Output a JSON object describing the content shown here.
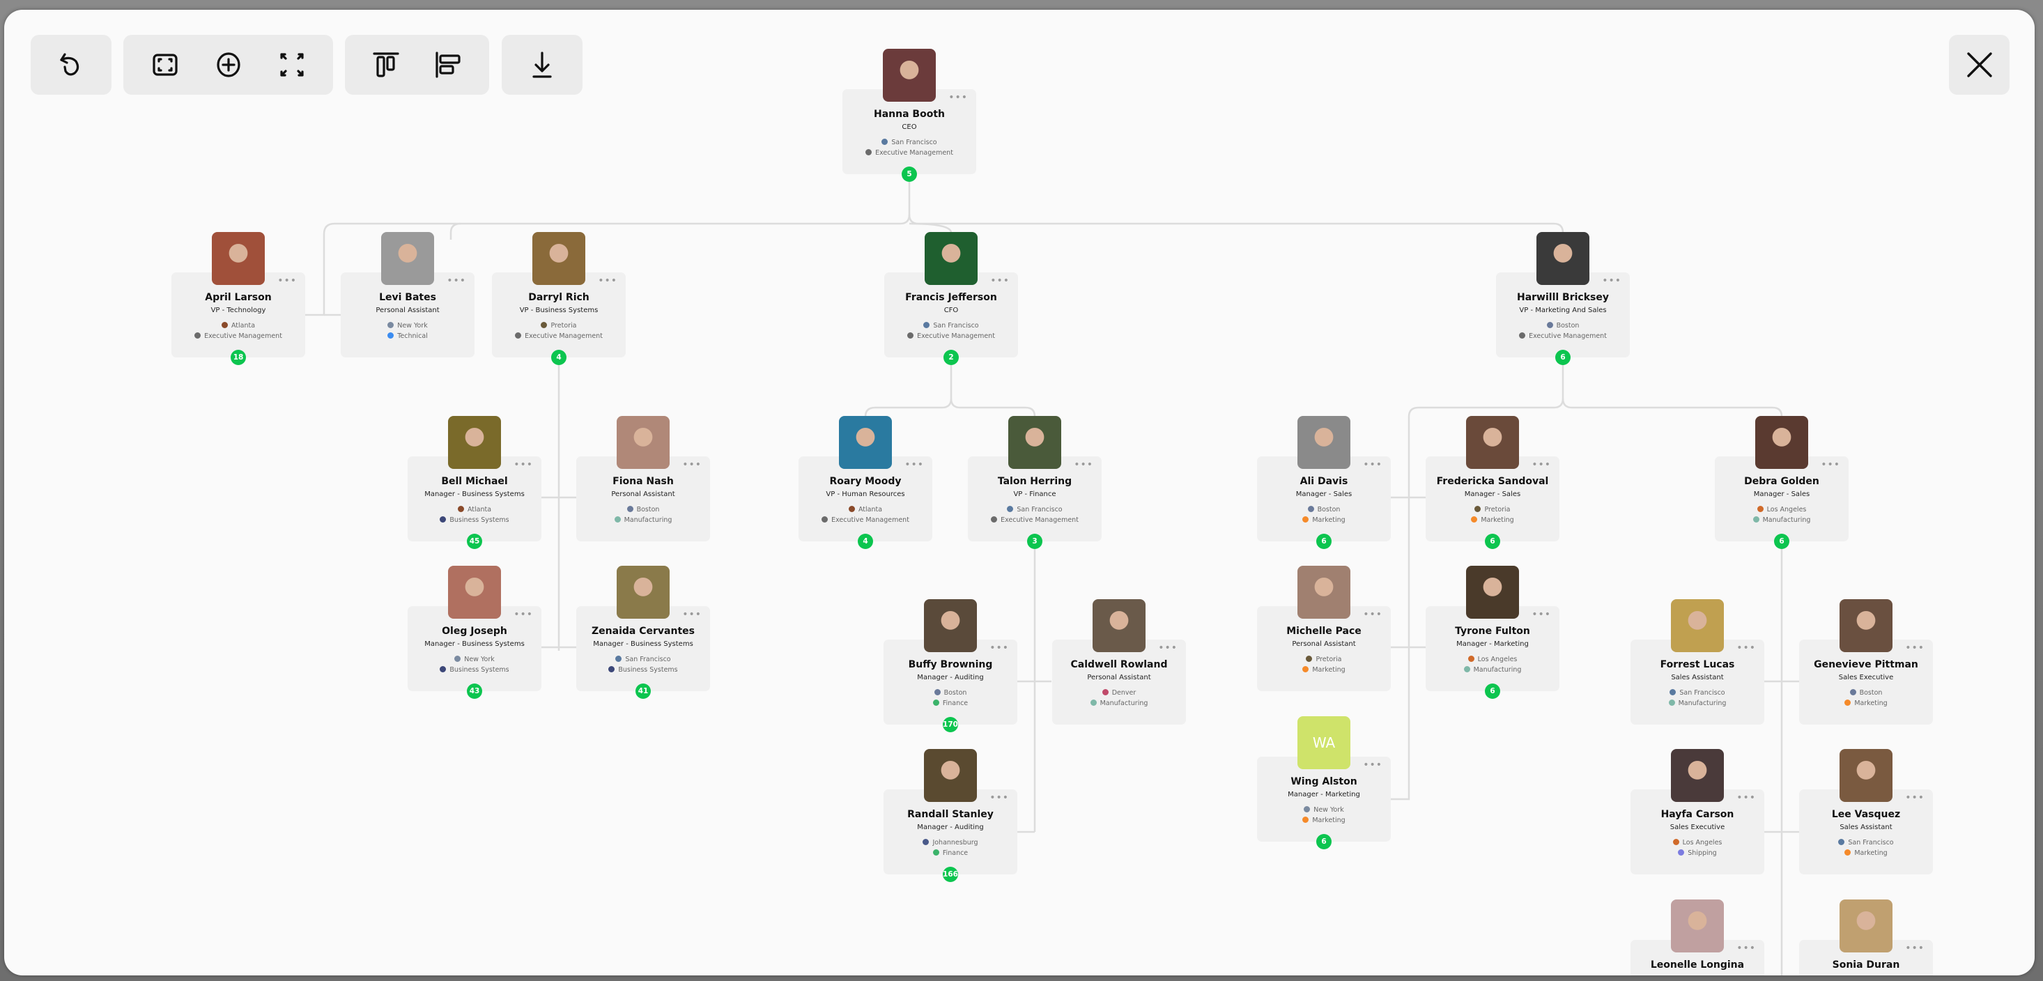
{
  "toolbar": {
    "groups": [
      [
        {
          "icon": "undo-icon",
          "label": "Undo"
        }
      ],
      [
        {
          "icon": "fit-screen-icon",
          "label": "Fit to screen"
        },
        {
          "icon": "zoom-in-icon",
          "label": "Zoom in"
        },
        {
          "icon": "expand-icon",
          "label": "Expand"
        }
      ],
      [
        {
          "icon": "align-top-icon",
          "label": "Vertical layout"
        },
        {
          "icon": "align-left-icon",
          "label": "Horizontal layout"
        }
      ],
      [
        {
          "icon": "download-icon",
          "label": "Download"
        }
      ]
    ],
    "close": {
      "icon": "close-icon"
    }
  },
  "colors": {
    "badge": "#0cc54f",
    "card": "#f0f0f0",
    "line": "#dcdcdc",
    "dept": {
      "Executive Management": "#6b6b6b",
      "Technical": "#3b8cf0",
      "Business Systems": "#3c4778",
      "Manufacturing": "#7fb8a8",
      "Finance": "#3bb36a",
      "Marketing": "#f58a2a",
      "Shipping": "#7c7ce0"
    },
    "initials_avatar": "#cfe36a"
  },
  "people": {
    "hanna": {
      "name": "Hanna Booth",
      "title": "CEO",
      "location": "San Francisco",
      "department": "Executive Management",
      "count": "5",
      "photo": "#6b3b3b"
    },
    "april": {
      "name": "April Larson",
      "title": "VP - Technology",
      "location": "Atlanta",
      "department": "Executive Management",
      "count": "18",
      "photo": "#a0503a"
    },
    "levi": {
      "name": "Levi Bates",
      "title": "Personal Assistant",
      "location": "New York",
      "department": "Technical",
      "count": "",
      "photo": "#9a9a9a"
    },
    "darryl": {
      "name": "Darryl Rich",
      "title": "VP - Business Systems",
      "location": "Pretoria",
      "department": "Executive Management",
      "count": "4",
      "photo": "#8a6a3a"
    },
    "francis": {
      "name": "Francis Jefferson",
      "title": "CFO",
      "location": "San Francisco",
      "department": "Executive Management",
      "count": "2",
      "photo": "#1f5f2f"
    },
    "harwill": {
      "name": "Harwilll Bricksey",
      "title": "VP - Marketing And Sales",
      "location": "Boston",
      "department": "Executive Management",
      "count": "6",
      "photo": "#3a3a3a"
    },
    "bell": {
      "name": "Bell Michael",
      "title": "Manager - Business Systems",
      "location": "Atlanta",
      "department": "Business Systems",
      "count": "45",
      "photo": "#7a6a2a"
    },
    "fiona": {
      "name": "Fiona Nash",
      "title": "Personal Assistant",
      "location": "Boston",
      "department": "Manufacturing",
      "count": "",
      "photo": "#b08878"
    },
    "oleg": {
      "name": "Oleg Joseph",
      "title": "Manager - Business Systems",
      "location": "New York",
      "department": "Business Systems",
      "count": "43",
      "photo": "#b07060"
    },
    "zenaida": {
      "name": "Zenaida Cervantes",
      "title": "Manager - Business Systems",
      "location": "San Francisco",
      "department": "Business Systems",
      "count": "41",
      "photo": "#8a7a4a"
    },
    "roary": {
      "name": "Roary Moody",
      "title": "VP - Human Resources",
      "location": "Atlanta",
      "department": "Executive Management",
      "count": "4",
      "photo": "#2a7aa0"
    },
    "talon": {
      "name": "Talon Herring",
      "title": "VP - Finance",
      "location": "San Francisco",
      "department": "Executive Management",
      "count": "3",
      "photo": "#4a5a3a"
    },
    "buffy": {
      "name": "Buffy Browning",
      "title": "Manager - Auditing",
      "location": "Boston",
      "department": "Finance",
      "count": "170",
      "photo": "#5a4a3a"
    },
    "caldwell": {
      "name": "Caldwell Rowland",
      "title": "Personal Assistant",
      "location": "Denver",
      "department": "Manufacturing",
      "count": "",
      "photo": "#6a5a4a"
    },
    "randall": {
      "name": "Randall Stanley",
      "title": "Manager - Auditing",
      "location": "Johannesburg",
      "department": "Finance",
      "count": "166",
      "photo": "#5a4a30"
    },
    "ali": {
      "name": "Ali Davis",
      "title": "Manager - Sales",
      "location": "Boston",
      "department": "Marketing",
      "count": "6",
      "photo": "#8a8a8a"
    },
    "fredericka": {
      "name": "Fredericka Sandoval",
      "title": "Manager - Sales",
      "location": "Pretoria",
      "department": "Marketing",
      "count": "6",
      "photo": "#6a4a3a"
    },
    "michelle": {
      "name": "Michelle Pace",
      "title": "Personal Assistant",
      "location": "Pretoria",
      "department": "Marketing",
      "count": "",
      "photo": "#a08070"
    },
    "tyrone": {
      "name": "Tyrone Fulton",
      "title": "Manager - Marketing",
      "location": "Los Angeles",
      "department": "Manufacturing",
      "count": "6",
      "photo": "#4a3a2a"
    },
    "wing": {
      "name": "Wing Alston",
      "title": "Manager - Marketing",
      "location": "New York",
      "department": "Marketing",
      "count": "6",
      "initials": "WA"
    },
    "debra": {
      "name": "Debra Golden",
      "title": "Manager - Sales",
      "location": "Los Angeles",
      "department": "Manufacturing",
      "count": "6",
      "photo": "#5a3a30"
    },
    "forrest": {
      "name": "Forrest Lucas",
      "title": "Sales Assistant",
      "location": "San Francisco",
      "department": "Manufacturing",
      "count": "",
      "photo": "#c0a050"
    },
    "genevieve": {
      "name": "Genevieve Pittman",
      "title": "Sales Executive",
      "location": "Boston",
      "department": "Marketing",
      "count": "",
      "photo": "#6a5040"
    },
    "hayfa": {
      "name": "Hayfa Carson",
      "title": "Sales Executive",
      "location": "Los Angeles",
      "department": "Shipping",
      "count": "",
      "photo": "#4a3a3a"
    },
    "lee": {
      "name": "Lee Vasquez",
      "title": "Sales Assistant",
      "location": "San Francisco",
      "department": "Marketing",
      "count": "",
      "photo": "#7a5a40"
    },
    "leonelle": {
      "name": "Leonelle Longina",
      "title": "",
      "location": "",
      "department": "",
      "count": "",
      "photo": "#c0a0a0"
    },
    "sonia": {
      "name": "Sonia Duran",
      "title": "",
      "location": "",
      "department": "",
      "count": "",
      "photo": "#c0a070"
    }
  },
  "more_label": "•••"
}
